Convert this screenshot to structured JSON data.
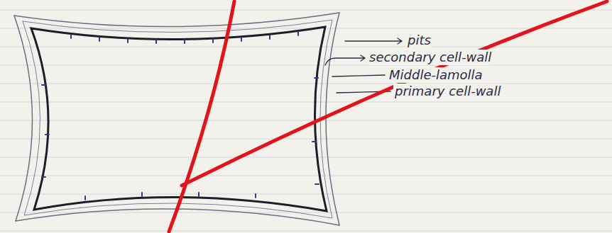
{
  "diagram": {
    "labels": [
      "pits",
      "secondary cell-wall",
      "Middle-lamolla",
      "primary cell-wall"
    ]
  }
}
